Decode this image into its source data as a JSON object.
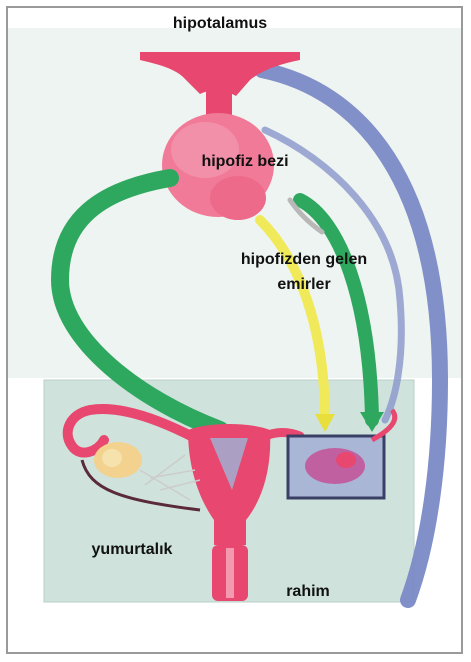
{
  "labels": {
    "hypothalamus": "hipotalamus",
    "pituitary": "hipofiz bezi",
    "commands_line1": "hipofizden gelen",
    "commands_line2": "emirler",
    "ovary": "yumurtalık",
    "uterus": "rahim"
  },
  "colors": {
    "pink": "#e8476f",
    "pink_light": "#f07a98",
    "green": "#2fa85f",
    "blue": "#7b8ac6",
    "yellow": "#f0ea5a",
    "panel": "#cfe3dc"
  }
}
